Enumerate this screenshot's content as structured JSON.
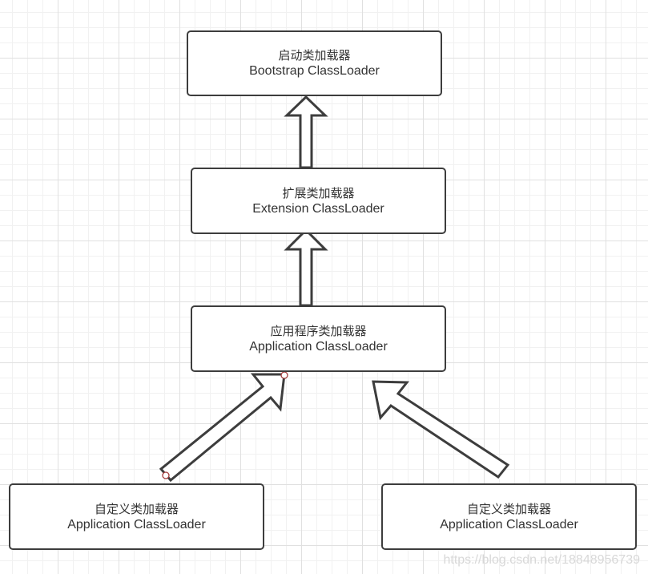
{
  "nodes": {
    "bootstrap": {
      "cn": "启动类加载器",
      "en": "Bootstrap ClassLoader"
    },
    "extension": {
      "cn": "扩展类加载器",
      "en": "Extension ClassLoader"
    },
    "application": {
      "cn": "应用程序类加载器",
      "en": "Application ClassLoader"
    },
    "custom_left": {
      "cn": "自定义类加载器",
      "en": "Application ClassLoader"
    },
    "custom_right": {
      "cn": "自定义类加载器",
      "en": "Application ClassLoader"
    }
  },
  "edges": [
    {
      "from": "extension",
      "to": "bootstrap"
    },
    {
      "from": "application",
      "to": "extension"
    },
    {
      "from": "custom_left",
      "to": "application"
    },
    {
      "from": "custom_right",
      "to": "application"
    }
  ],
  "colors": {
    "stroke": "#3d3d3d",
    "text": "#333333",
    "handle": "#a33a3a"
  },
  "watermark": "https://blog.csdn.net/18848956739"
}
